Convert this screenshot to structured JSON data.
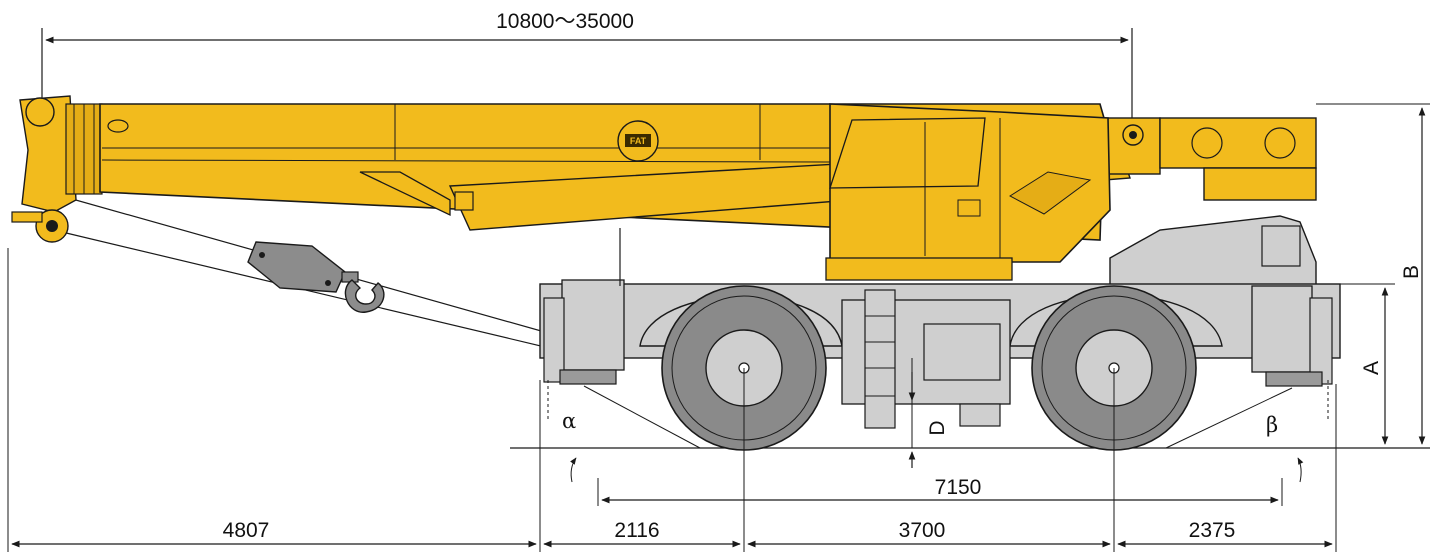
{
  "colors": {
    "boom": "#f2bb1d",
    "boom_shadow": "#d9a514",
    "body_gray": "#cfcfcf",
    "tire": "#8a8a8a",
    "hook": "#8c8c8c",
    "line": "#1a1a1a"
  },
  "logo": {
    "text": "FAT"
  },
  "dimensions": {
    "boom_length": "10800～35000",
    "wheelbase_total": "7150",
    "front_overhang": "4807",
    "front_to_axle": "2116",
    "wheelbase": "3700",
    "rear_overhang": "2375"
  },
  "labels": {
    "height_a": "A",
    "height_b": "B",
    "clearance_d": "D",
    "approach_angle": "α",
    "departure_angle": "β"
  }
}
